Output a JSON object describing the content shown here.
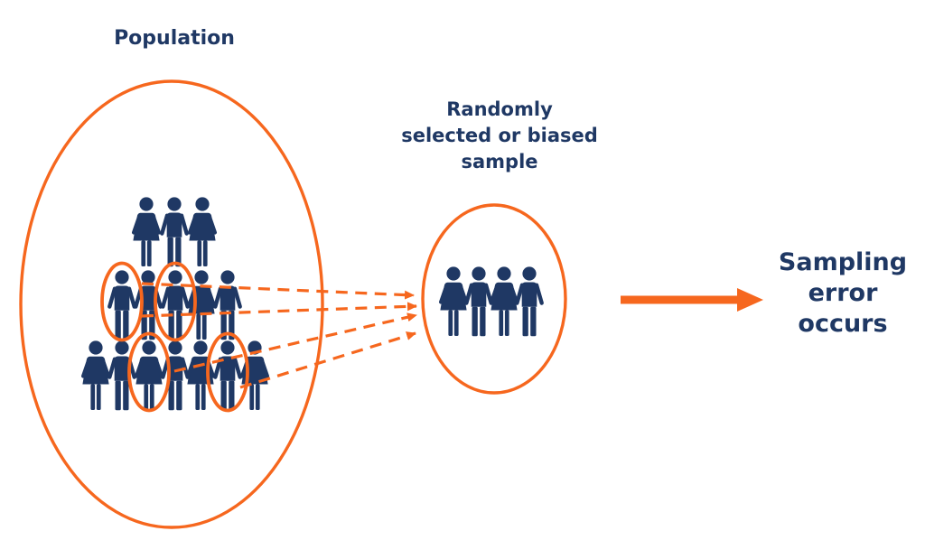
{
  "colors": {
    "orange": "#F6671E",
    "navy": "#1F3864"
  },
  "population": {
    "label": "Population",
    "rows": [
      [
        "W",
        "M",
        "W"
      ],
      [
        "M*",
        "M",
        "M*",
        "W",
        "M"
      ],
      [
        "W",
        "M",
        "W*",
        "M",
        "W",
        "M*",
        "W"
      ]
    ]
  },
  "sample": {
    "label": "Randomly\nselected or biased\nsample",
    "figures": [
      "W",
      "M",
      "W",
      "M"
    ]
  },
  "result": {
    "label": "Sampling\nerror\noccurs"
  }
}
